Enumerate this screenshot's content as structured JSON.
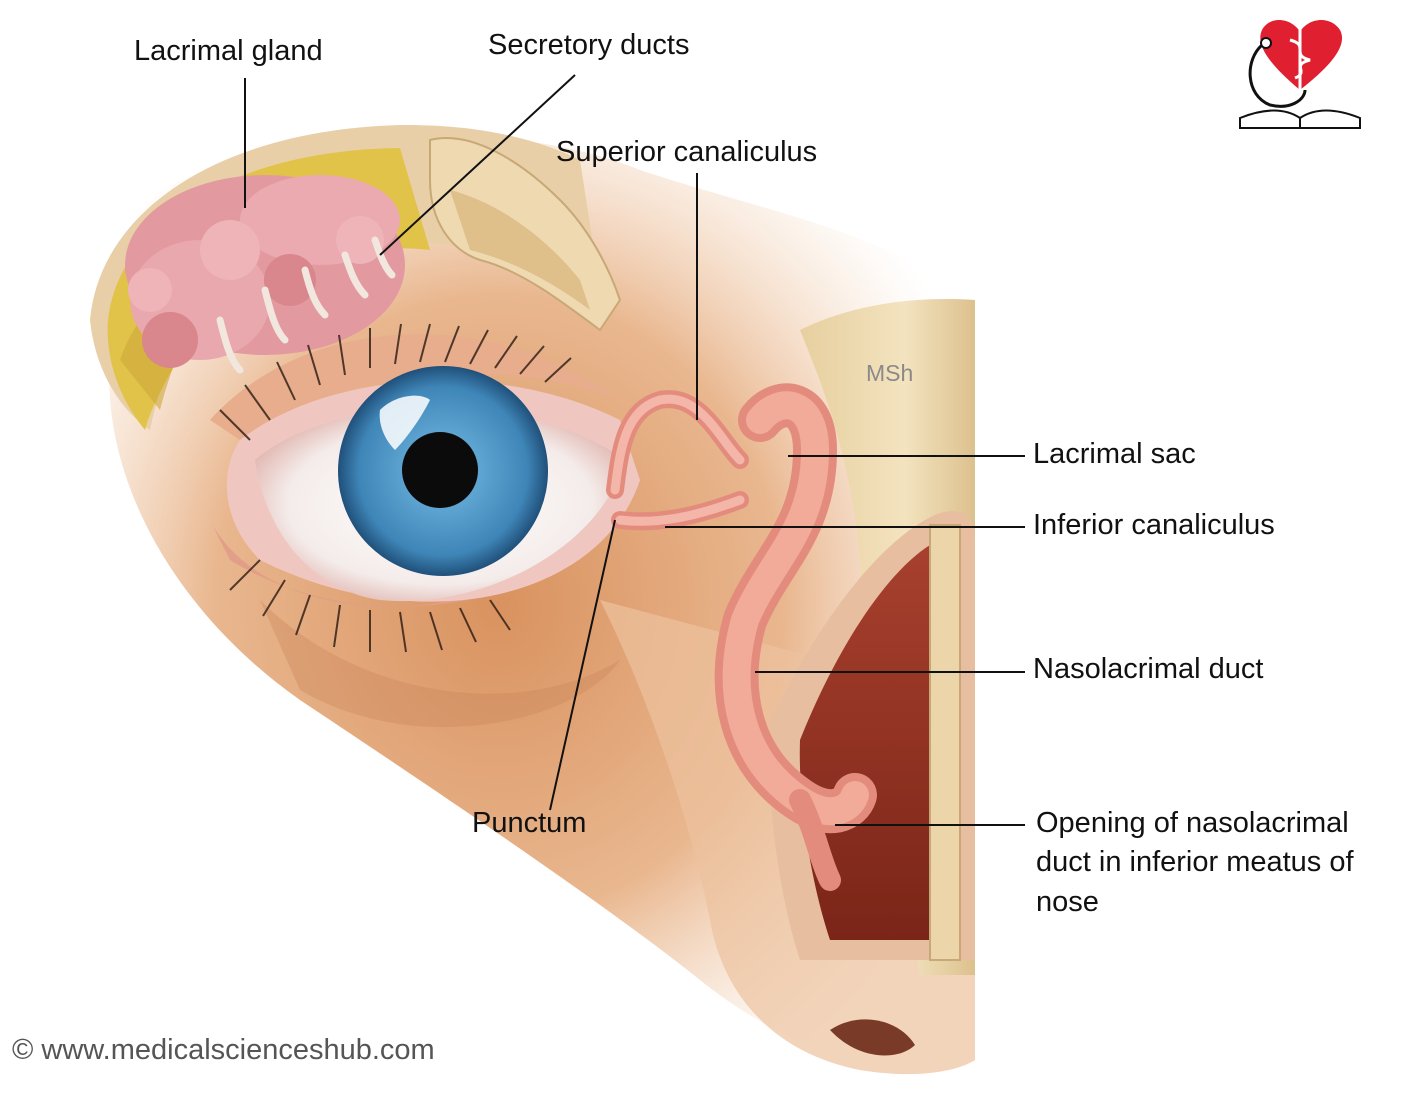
{
  "labels": {
    "lacrimal_gland": "Lacrimal gland",
    "secretory_ducts": "Secretory ducts",
    "superior_canaliculus": "Superior canaliculus",
    "lacrimal_sac": "Lacrimal sac",
    "inferior_canaliculus": "Inferior canaliculus",
    "nasolacrimal_duct": "Nasolacrimal duct",
    "punctum": "Punctum",
    "opening": "Opening of nasolacrimal duct in inferior meatus of nose"
  },
  "watermark": "MSh",
  "copyright": "© www.medicalscienceshub.com",
  "logo": {
    "icon": "heart-caduceus-book-logo"
  },
  "colors": {
    "skin": "#e8b48a",
    "duct": "#eba592",
    "iris": "#3f86b8",
    "gland": "#e29aa0",
    "fat": "#e2c34a",
    "logo_heart": "#e02030"
  }
}
